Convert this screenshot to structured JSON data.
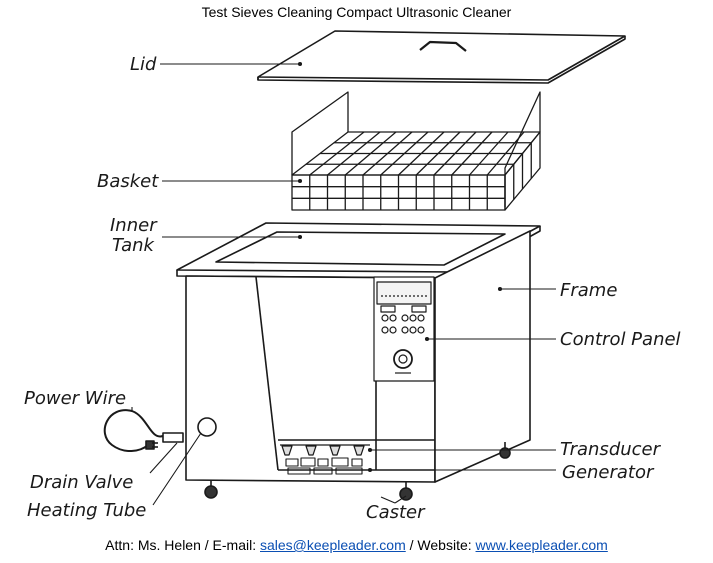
{
  "title": "Test Sieves Cleaning Compact Ultrasonic Cleaner",
  "labels": {
    "lid": "Lid",
    "basket": "Basket",
    "inner_tank_line1": "Inner",
    "inner_tank_line2": "Tank",
    "frame": "Frame",
    "control_panel": "Control Panel",
    "power_wire": "Power Wire",
    "transducer": "Transducer",
    "generator": "Generator",
    "drain_valve": "Drain Valve",
    "heating_tube": "Heating Tube",
    "caster": "Caster"
  },
  "footer": {
    "attn": "Attn: Ms. Helen / E-mail: ",
    "email": "sales@keepleader.com",
    "website_prefix": " / Website: ",
    "website": "www.keepleader.com"
  }
}
